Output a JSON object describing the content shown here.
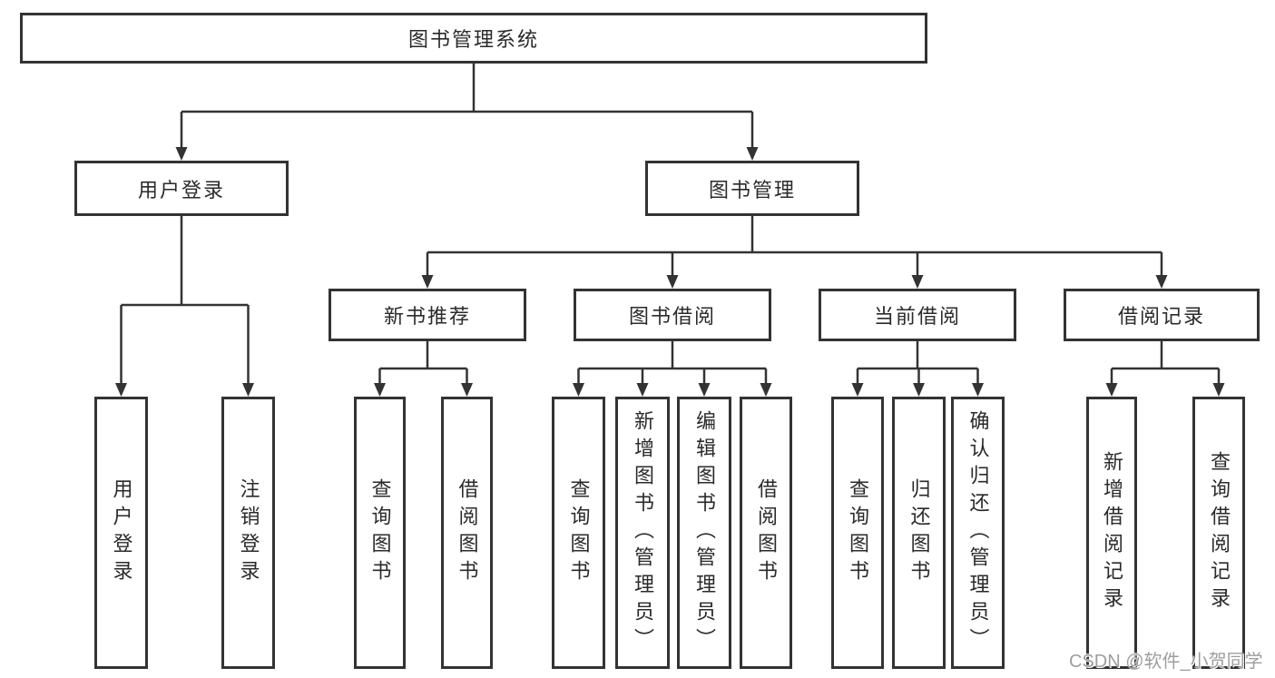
{
  "diagram": {
    "type": "hierarchy-tree",
    "root": {
      "label": "图书管理系统"
    },
    "level2": [
      {
        "label": "用户登录",
        "children": [
          {
            "label": "用户登录"
          },
          {
            "label": "注销登录"
          }
        ]
      },
      {
        "label": "图书管理",
        "children": [
          {
            "label": "新书推荐",
            "children": [
              {
                "label": "查询图书"
              },
              {
                "label": "借阅图书"
              }
            ]
          },
          {
            "label": "图书借阅",
            "children": [
              {
                "label": "查询图书"
              },
              {
                "label": "新增图书（管理员）"
              },
              {
                "label": "编辑图书（管理员）"
              },
              {
                "label": "借阅图书"
              }
            ]
          },
          {
            "label": "当前借阅",
            "children": [
              {
                "label": "查询图书"
              },
              {
                "label": "归还图书"
              },
              {
                "label": "确认归还（管理员）"
              }
            ]
          },
          {
            "label": "借阅记录",
            "children": [
              {
                "label": "新增借阅记录"
              },
              {
                "label": "查询借阅记录"
              }
            ]
          }
        ]
      }
    ]
  },
  "watermark": {
    "text": "CSDN @软件_小贺同学"
  },
  "colors": {
    "line": "#333333",
    "box_border": "#333333",
    "box_fill": "#ffffff",
    "text": "#2a2a2a",
    "watermark": "#9e9e9e",
    "background": "#ffffff"
  }
}
